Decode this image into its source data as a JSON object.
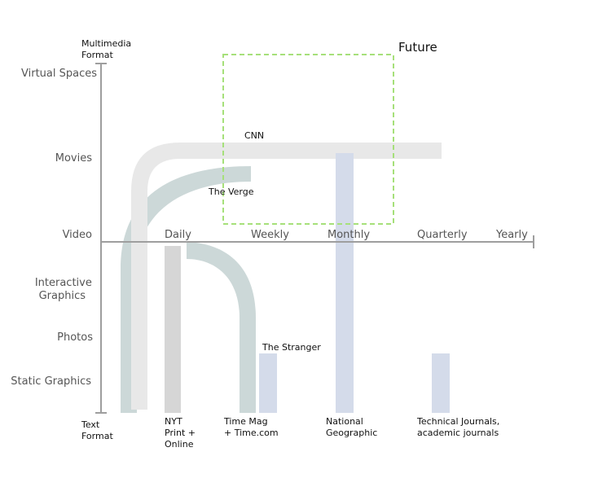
{
  "y_axis": {
    "top_label": [
      "Multimedia",
      "Format"
    ],
    "bottom_label": [
      "Text",
      "Format"
    ],
    "levels": [
      "Virtual Spaces",
      "Movies",
      "Video",
      [
        "Interactive",
        "Graphics"
      ],
      "Photos",
      "Static Graphics"
    ]
  },
  "x_axis": {
    "frequencies": [
      "Daily",
      "Weekly",
      "Monthly",
      "Quarterly",
      "Yearly"
    ]
  },
  "future": {
    "label": "Future",
    "color": "#a6e07a"
  },
  "publications": {
    "cnn": {
      "label": "CNN",
      "color": "#e8e8e8"
    },
    "verge": {
      "label": "The Verge",
      "color": "#ccd8d8"
    },
    "nyt": {
      "label": [
        "NYT",
        "Print +",
        "Online"
      ],
      "color": "#d6d6d6"
    },
    "time": {
      "label": [
        "Time Mag",
        "+ Time.com"
      ],
      "color": "#ccd8d8"
    },
    "stranger": {
      "label": "The Stranger",
      "color": "#d4dbea"
    },
    "natgeo": {
      "label": [
        "National",
        "Geographic"
      ],
      "color": "#d4dbea"
    },
    "journals": {
      "label": [
        "Technical Journals,",
        "academic journals"
      ],
      "color": "#d4dbea"
    }
  },
  "colors": {
    "axis": "#9e9e9e"
  }
}
